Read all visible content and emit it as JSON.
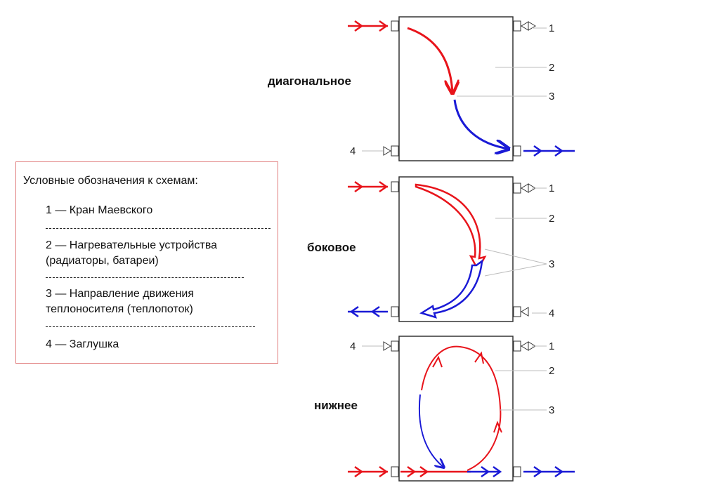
{
  "legend": {
    "title": "Условные обозначения к схемам:",
    "items": [
      {
        "label": "1 — Кран Маевского"
      },
      {
        "label": "2 — Нагревательные устройства (радиаторы, батареи)"
      },
      {
        "label": "3 — Направление движения теплоносителя (теплопоток)"
      },
      {
        "label": "4 — Заглушка"
      }
    ],
    "border_color": "#e07c7c"
  },
  "schemes": [
    {
      "name": "диагональное"
    },
    {
      "name": "боковое"
    },
    {
      "name": "нижнее"
    }
  ],
  "callouts": {
    "n1": "1",
    "n2": "2",
    "n3": "3",
    "n4": "4"
  },
  "colors": {
    "hot": "#e8141b",
    "cold": "#1a1ad6",
    "leader": "#bdbdbd"
  }
}
